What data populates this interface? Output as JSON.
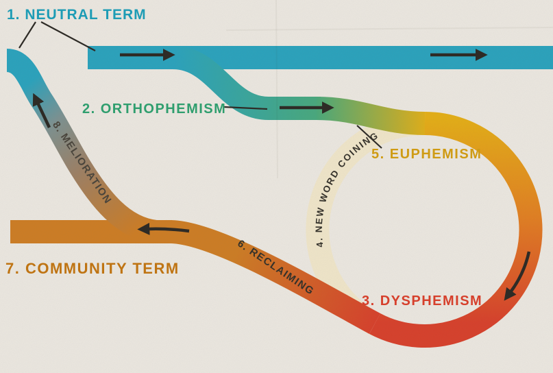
{
  "labels": {
    "neutral_term": {
      "text": "1. NEUTRAL TERM",
      "color": "#1d9cb5"
    },
    "orthophemism": {
      "text": "2. ORTHOPHEMISM",
      "color": "#2f9e6e"
    },
    "dysphemism": {
      "text": "3. DYSPHEMISM",
      "color": "#d6402c"
    },
    "new_word_coining": {
      "text": "4. NEW WORD COINING",
      "color": "#35322b"
    },
    "euphemism": {
      "text": "5. EUPHEMISM",
      "color": "#cf9b14"
    },
    "reclaiming": {
      "text": "6. RECLAIMING",
      "color": "#35322b"
    },
    "community_term": {
      "text": "7. COMMUNITY TERM",
      "color": "#bf7413"
    },
    "melioration": {
      "text": "8. MELIORATION",
      "color": "#4a453c"
    }
  },
  "colors": {
    "background": "#ebe7e0",
    "teal": "#2aa2bc",
    "green": "#49a87a",
    "gold": "#e3ae16",
    "orange": "#e07d22",
    "red": "#d6402b",
    "community": "#cc7c24",
    "cream": "#efe5c9",
    "taupe": "#9c7f64",
    "slate": "#7b9191",
    "ink": "#2e2b26"
  }
}
